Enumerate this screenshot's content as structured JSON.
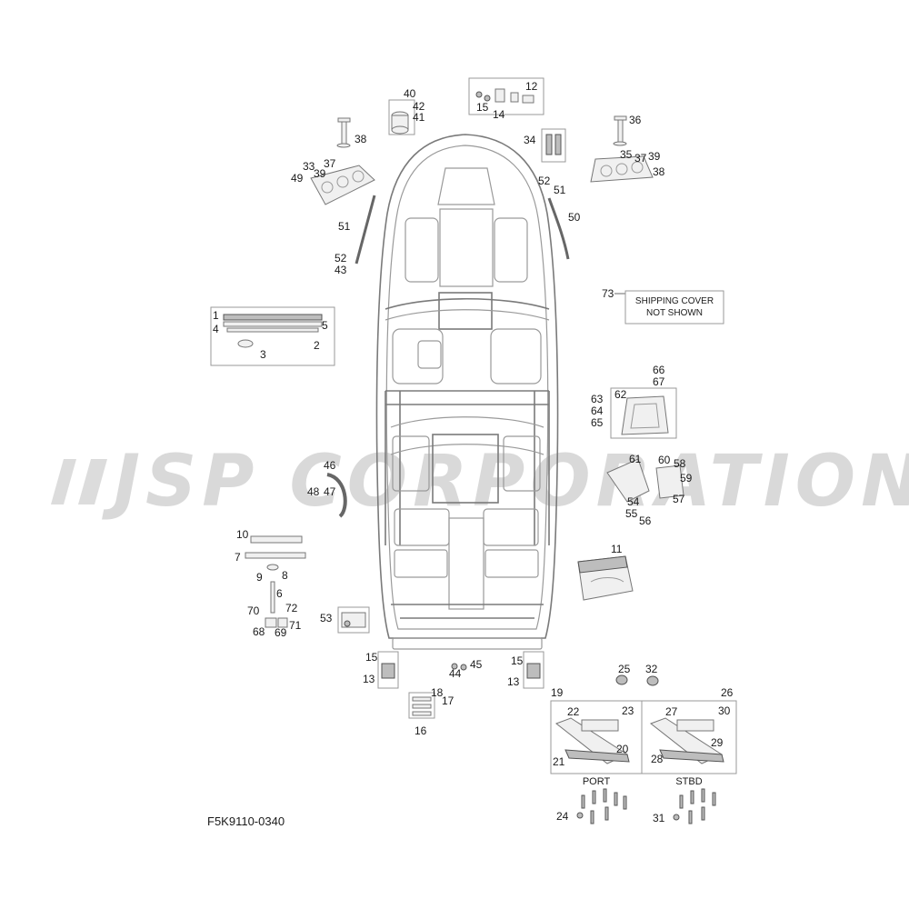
{
  "watermark": "JSP CORPORATION",
  "diagram_code": "F5K9110-0340",
  "shipping_note": {
    "number": "73",
    "line1": "SHIPPING COVER",
    "line2": "NOT SHOWN"
  },
  "side_labels": {
    "port": "PORT",
    "stbd": "STBD"
  },
  "callouts": [
    {
      "id": "c40",
      "text": "40"
    },
    {
      "id": "c42",
      "text": "42"
    },
    {
      "id": "c41",
      "text": "41"
    },
    {
      "id": "c12",
      "text": "12"
    },
    {
      "id": "c15a",
      "text": "15"
    },
    {
      "id": "c14",
      "text": "14"
    },
    {
      "id": "c34",
      "text": "34"
    },
    {
      "id": "c38a",
      "text": "38"
    },
    {
      "id": "c33",
      "text": "33"
    },
    {
      "id": "c37a",
      "text": "37"
    },
    {
      "id": "c39a",
      "text": "39"
    },
    {
      "id": "c49",
      "text": "49"
    },
    {
      "id": "c51a",
      "text": "51"
    },
    {
      "id": "c52a",
      "text": "52"
    },
    {
      "id": "c43",
      "text": "43"
    },
    {
      "id": "c36",
      "text": "36"
    },
    {
      "id": "c35",
      "text": "35"
    },
    {
      "id": "c37b",
      "text": "37"
    },
    {
      "id": "c39b",
      "text": "39"
    },
    {
      "id": "c38b",
      "text": "38"
    },
    {
      "id": "c52b",
      "text": "52"
    },
    {
      "id": "c51b",
      "text": "51"
    },
    {
      "id": "c50",
      "text": "50"
    },
    {
      "id": "c1",
      "text": "1"
    },
    {
      "id": "c4",
      "text": "4"
    },
    {
      "id": "c5",
      "text": "5"
    },
    {
      "id": "c2",
      "text": "2"
    },
    {
      "id": "c3",
      "text": "3"
    },
    {
      "id": "c66",
      "text": "66"
    },
    {
      "id": "c67",
      "text": "67"
    },
    {
      "id": "c62",
      "text": "62"
    },
    {
      "id": "c63",
      "text": "63"
    },
    {
      "id": "c64",
      "text": "64"
    },
    {
      "id": "c65",
      "text": "65"
    },
    {
      "id": "c61",
      "text": "61"
    },
    {
      "id": "c60",
      "text": "60"
    },
    {
      "id": "c58",
      "text": "58"
    },
    {
      "id": "c59",
      "text": "59"
    },
    {
      "id": "c57",
      "text": "57"
    },
    {
      "id": "c54",
      "text": "54"
    },
    {
      "id": "c55",
      "text": "55"
    },
    {
      "id": "c56",
      "text": "56"
    },
    {
      "id": "c46",
      "text": "46"
    },
    {
      "id": "c48",
      "text": "48"
    },
    {
      "id": "c47",
      "text": "47"
    },
    {
      "id": "c10",
      "text": "10"
    },
    {
      "id": "c7",
      "text": "7"
    },
    {
      "id": "c9",
      "text": "9"
    },
    {
      "id": "c8",
      "text": "8"
    },
    {
      "id": "c6",
      "text": "6"
    },
    {
      "id": "c70",
      "text": "70"
    },
    {
      "id": "c72",
      "text": "72"
    },
    {
      "id": "c71",
      "text": "71"
    },
    {
      "id": "c68",
      "text": "68"
    },
    {
      "id": "c69",
      "text": "69"
    },
    {
      "id": "c53",
      "text": "53"
    },
    {
      "id": "c11",
      "text": "11"
    },
    {
      "id": "c15b",
      "text": "15"
    },
    {
      "id": "c13a",
      "text": "13"
    },
    {
      "id": "c44",
      "text": "44"
    },
    {
      "id": "c45",
      "text": "45"
    },
    {
      "id": "c15c",
      "text": "15"
    },
    {
      "id": "c13b",
      "text": "13"
    },
    {
      "id": "c18",
      "text": "18"
    },
    {
      "id": "c17",
      "text": "17"
    },
    {
      "id": "c16",
      "text": "16"
    },
    {
      "id": "c25",
      "text": "25"
    },
    {
      "id": "c32",
      "text": "32"
    },
    {
      "id": "c19",
      "text": "19"
    },
    {
      "id": "c22",
      "text": "22"
    },
    {
      "id": "c23",
      "text": "23"
    },
    {
      "id": "c20",
      "text": "20"
    },
    {
      "id": "c21",
      "text": "21"
    },
    {
      "id": "c26",
      "text": "26"
    },
    {
      "id": "c27",
      "text": "27"
    },
    {
      "id": "c30",
      "text": "30"
    },
    {
      "id": "c29",
      "text": "29"
    },
    {
      "id": "c28",
      "text": "28"
    },
    {
      "id": "c24",
      "text": "24"
    },
    {
      "id": "c31",
      "text": "31"
    }
  ]
}
